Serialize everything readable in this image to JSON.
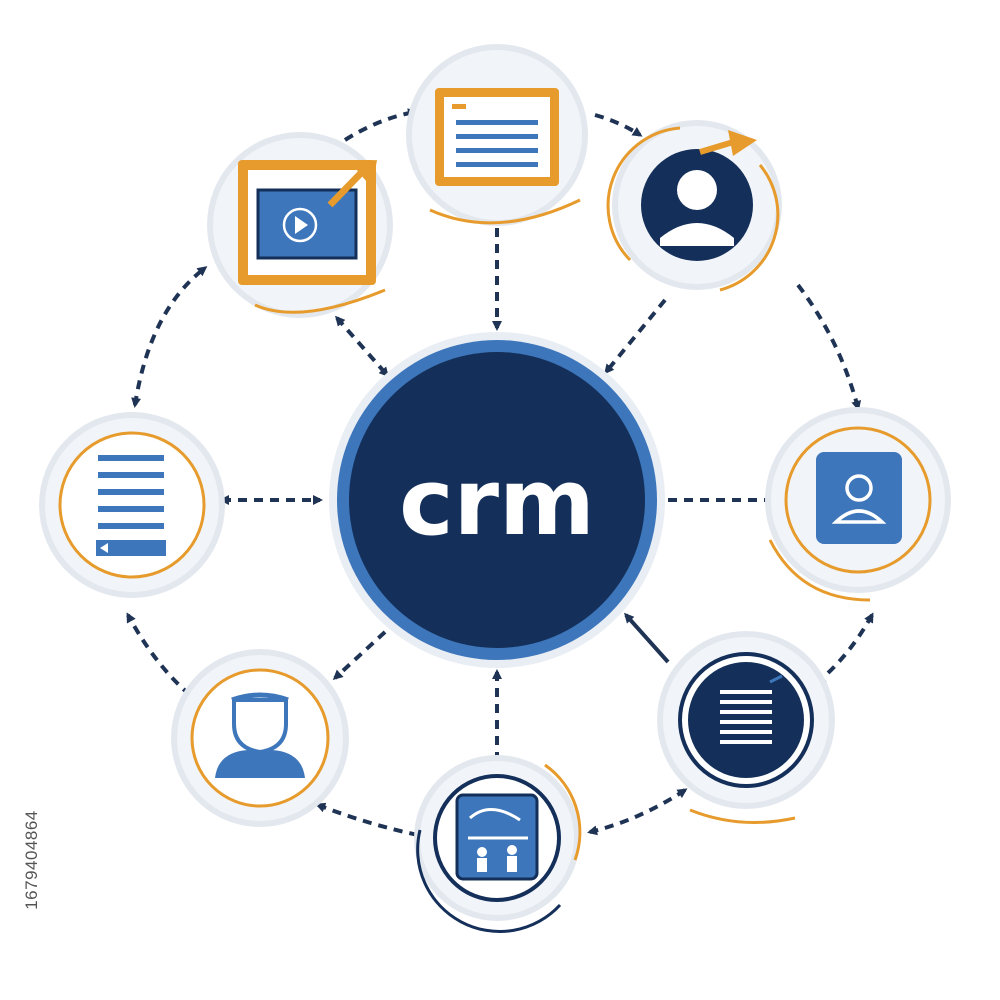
{
  "hub": {
    "label": "crm"
  },
  "nodes": [
    {
      "id": "video",
      "icon": "video-screen-icon"
    },
    {
      "id": "document",
      "icon": "document-window-icon"
    },
    {
      "id": "profile",
      "icon": "user-profile-icon"
    },
    {
      "id": "contact-card",
      "icon": "contact-card-icon"
    },
    {
      "id": "notes",
      "icon": "notes-list-icon"
    },
    {
      "id": "analytics",
      "icon": "analytics-chart-icon"
    },
    {
      "id": "agent",
      "icon": "support-agent-icon"
    },
    {
      "id": "form",
      "icon": "form-list-icon"
    }
  ],
  "watermark": {
    "stock_id": "1679404864"
  },
  "colors": {
    "navy": "#14305a",
    "blue": "#3d76bb",
    "orange": "#e69b2c",
    "ring": "#e6ebf2",
    "arrow": "#1f3355"
  }
}
